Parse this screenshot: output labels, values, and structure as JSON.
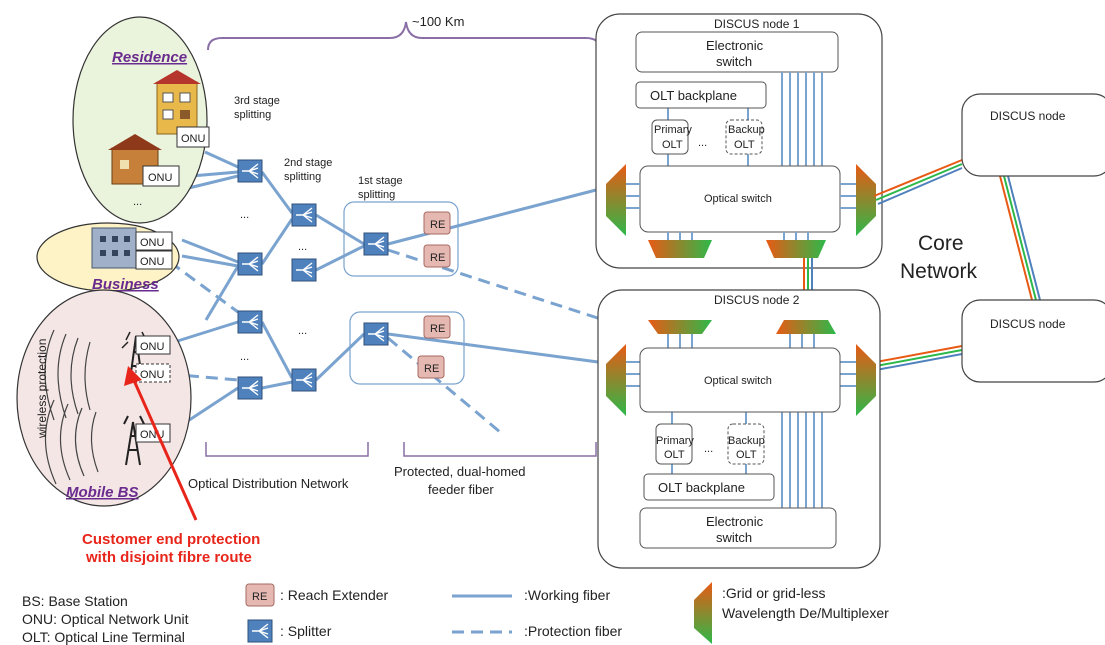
{
  "top": {
    "distance": "~100 Km"
  },
  "customers": {
    "residence": "Residence",
    "business": "Business",
    "mobile_bs": "Mobile BS",
    "onu": "ONU",
    "ellipsis": "...",
    "wireless_protection": "wireless protection"
  },
  "splitting": {
    "third_1": "3rd stage",
    "third_2": "splitting",
    "second_1": "2nd stage",
    "second_2": "splitting",
    "first_1": "1st stage",
    "first_2": "splitting",
    "dots": "..."
  },
  "re": {
    "label": "RE"
  },
  "nodes": {
    "node1": "DISCUS node 1",
    "node2": "DISCUS node 2",
    "node_right": "DISCUS node",
    "electronic_1": "Electronic",
    "electronic_2": "switch",
    "olt_backplane": "OLT backplane",
    "primary_1": "Primary",
    "primary_2": "OLT",
    "backup_1": "Backup",
    "backup_2": "OLT",
    "optical_switch": "Optical switch",
    "dots": "..."
  },
  "core": {
    "line1": "Core",
    "line2": "Network"
  },
  "sections": {
    "odn": "Optical Distribution Network",
    "feeder_1": "Protected, dual-homed",
    "feeder_2": "feeder fiber"
  },
  "annotation": {
    "line1": "Customer end protection",
    "line2": "with disjoint fibre route"
  },
  "legend": {
    "bs": "BS: Base Station",
    "onu": "ONU: Optical Network Unit",
    "olt": "OLT: Optical Line Terminal",
    "re": ": Reach Extender",
    "splitter": ": Splitter",
    "working": ":Working fiber",
    "protection": ":Protection fiber",
    "mux1": ":Grid or grid-less",
    "mux2": "Wavelength De/Multiplexer"
  },
  "colors": {
    "fiber": "#7aa3cf",
    "splitter_fill": "#4f81bd",
    "re_fill": "#e6b8b2",
    "mux_orange": "#e85a14",
    "mux_green": "#2db84a",
    "customer_title": "#6a2b8f",
    "annotation": "#e8251a",
    "residence_bg": "#eaf3dc",
    "business_bg": "#fdf3c7",
    "mobile_bg": "#f5e6e6"
  }
}
